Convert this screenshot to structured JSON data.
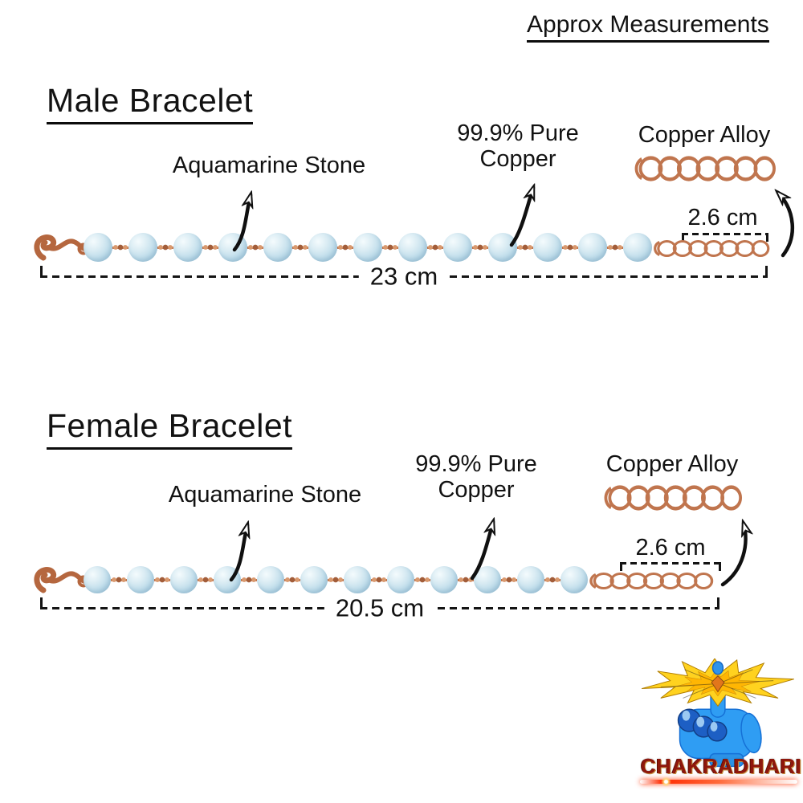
{
  "header": {
    "title": "Approx Measurements"
  },
  "sections": {
    "male": {
      "heading": "Male Bracelet",
      "stone_label": "Aquamarine Stone",
      "copper_label": "99.9% Pure Copper",
      "alloy_label": "Copper Alloy",
      "extension_length": "2.6 cm",
      "total_length": "23 cm",
      "bead_count": 13,
      "chain_link_count": 7
    },
    "female": {
      "heading": "Female Bracelet",
      "stone_label": "Aquamarine Stone",
      "copper_label": "99.9% Pure Copper",
      "alloy_label": "Copper Alloy",
      "extension_length": "2.6 cm",
      "total_length": "20.5 cm",
      "bead_count": 12,
      "chain_link_count": 7
    }
  },
  "logo": {
    "brand": "CHAKRADHARI",
    "hand_icon": "blue-hand-with-sudarshan-chakra-icon"
  },
  "colors": {
    "copper": "#c0754e",
    "copper_deep": "#b5673f",
    "bead_blue": "#bedcea",
    "chakra_gold": "#ffd21f",
    "hand_blue": "#2f9df3",
    "brand_red": "#8f170c",
    "glow_red": "#ff2a00",
    "ink": "#101010"
  }
}
